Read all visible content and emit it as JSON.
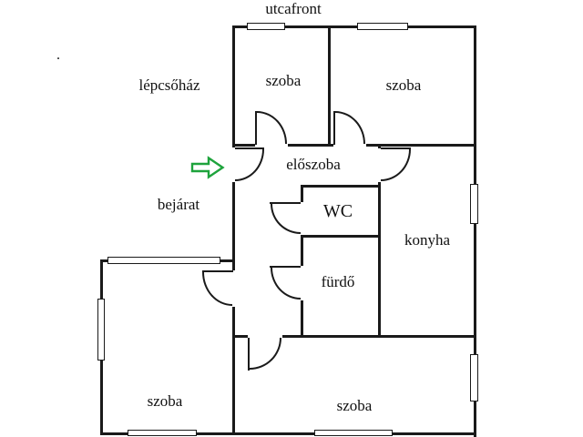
{
  "title": "utcafront",
  "outside_labels": {
    "stairwell": "lépcsőház",
    "entrance": "bejárat",
    "stray_mark": "."
  },
  "rooms": {
    "room_top_left": "szoba",
    "room_top_right": "szoba",
    "hall": "előszoba",
    "wc": "WC",
    "kitchen": "konyha",
    "bathroom": "fürdő",
    "room_bottom_left": "szoba",
    "room_bottom_right": "szoba"
  },
  "colors": {
    "wall": "#1a1a1a",
    "background": "#ffffff",
    "text": "#111111",
    "arrow_green": "#1ea33c"
  }
}
